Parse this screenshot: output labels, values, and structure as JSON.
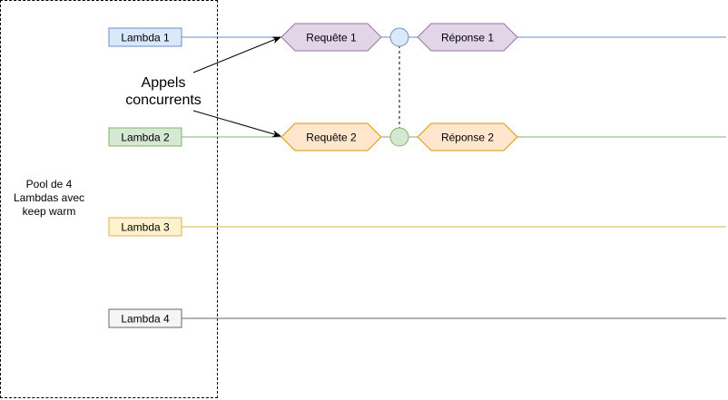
{
  "pool": {
    "label": "Pool de 4 Lambdas avec keep warm"
  },
  "annotation": {
    "label_line1": "Appels",
    "label_line2": "concurrents"
  },
  "lambdas": [
    {
      "label": "Lambda 1",
      "fill": "#dae8fc",
      "stroke": "#6c8ebf"
    },
    {
      "label": "Lambda 2",
      "fill": "#d5e8d4",
      "stroke": "#82b366"
    },
    {
      "label": "Lambda 3",
      "fill": "#fff2cc",
      "stroke": "#d6b656"
    },
    {
      "label": "Lambda 4",
      "fill": "#f5f5f5",
      "stroke": "#666666"
    }
  ],
  "lane1": {
    "request": "Requête 1",
    "response": "Réponse 1",
    "shape_fill": "#e1d5e7",
    "shape_stroke": "#9673a6",
    "node_fill": "#dae8fc",
    "node_stroke": "#6c8ebf"
  },
  "lane2": {
    "request": "Requête 2",
    "response": "Réponse 2",
    "shape_fill": "#ffe6cc",
    "shape_stroke": "#d79b00",
    "node_fill": "#d5e8d4",
    "node_stroke": "#82b366"
  }
}
